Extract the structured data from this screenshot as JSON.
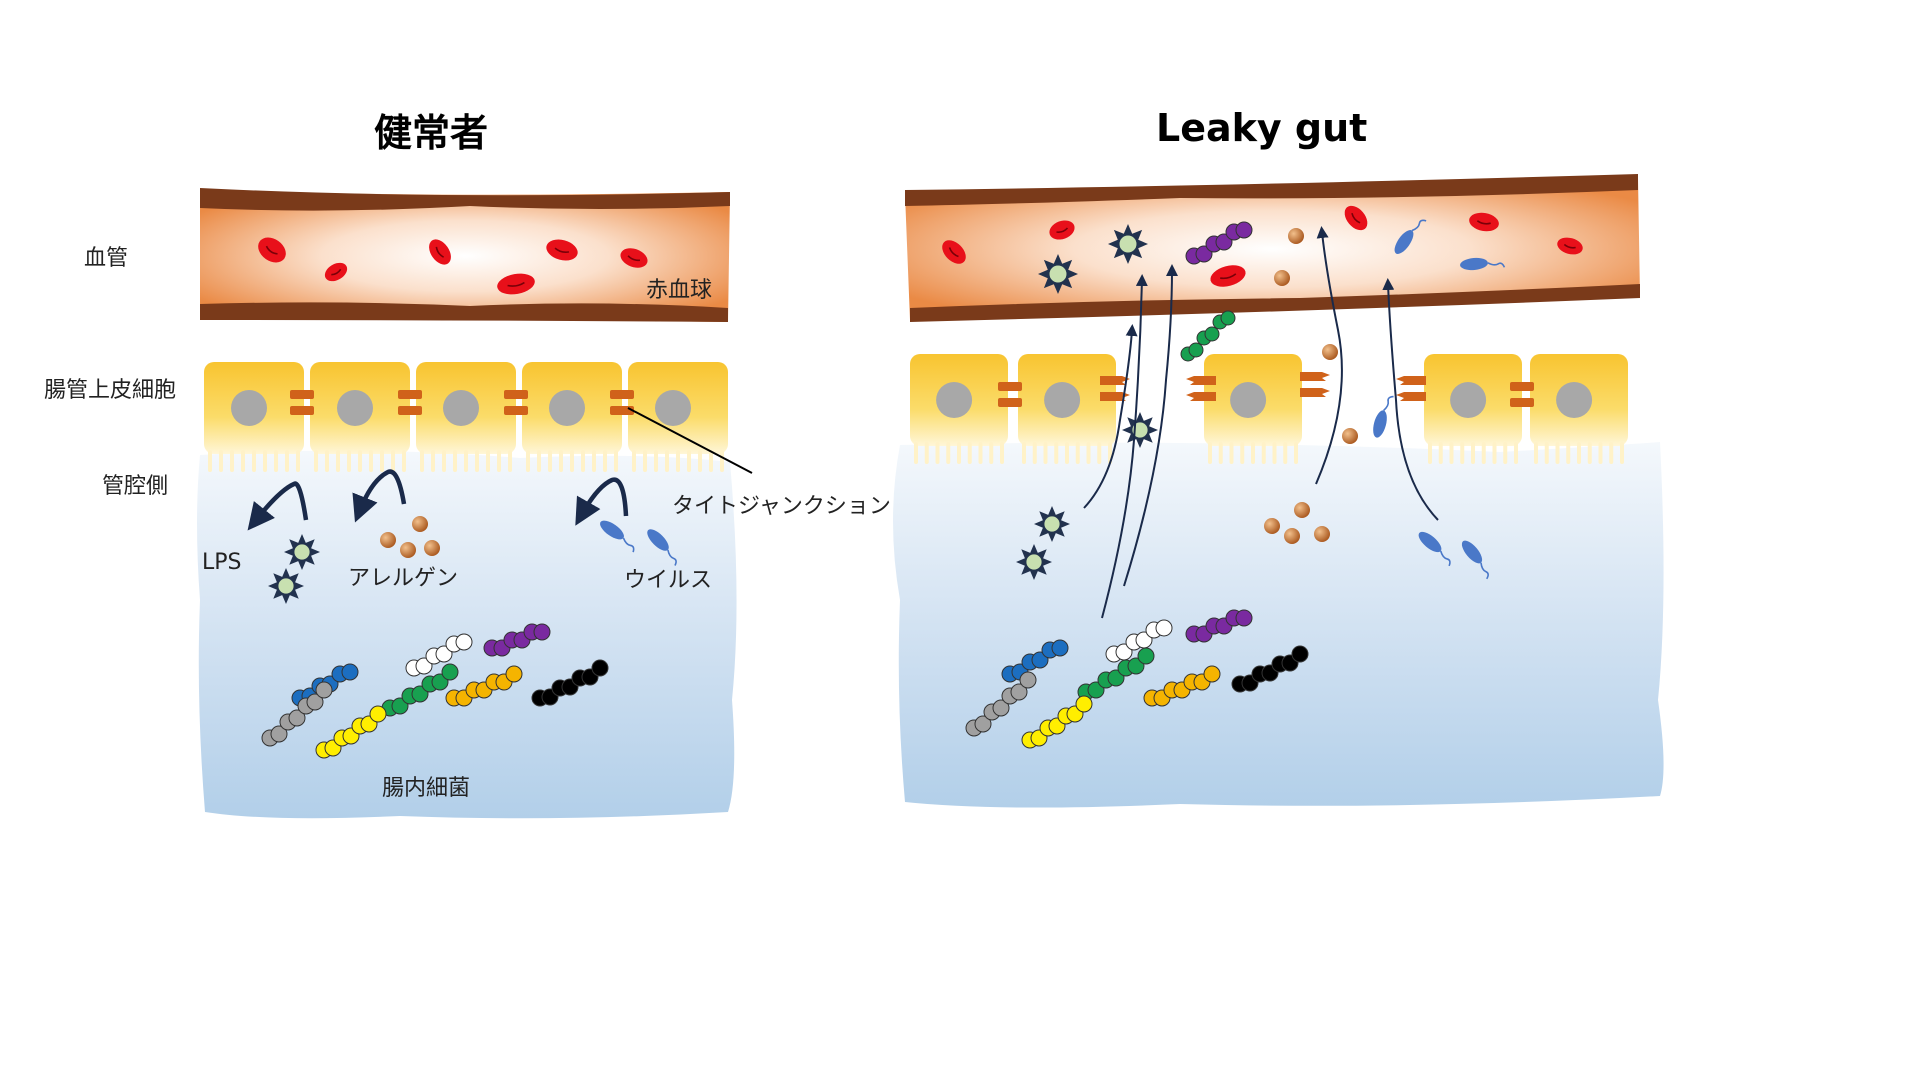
{
  "titles": {
    "healthy": "健常者",
    "leaky": "Leaky gut"
  },
  "labels": {
    "blood_vessel": "血管",
    "red_blood_cell": "赤血球",
    "epithelial_cell": "腸管上皮細胞",
    "lumen_side": "管腔側",
    "tight_junction": "タイトジャンクション",
    "lps": "LPS",
    "allergen": "アレルゲン",
    "virus": "ウイルス",
    "gut_bacteria": "腸内細菌"
  },
  "colors": {
    "vessel_wall": "#7a3a1a",
    "vessel_inner_edge": "#e8803a",
    "red_blood_cell": "#e8101a",
    "epithelium": "#f9c93a",
    "nucleus": "#a8a8a8",
    "tight_junction": "#d0621a",
    "lumen_top": "#f2f6fb",
    "lumen_bottom": "#b4d0ea",
    "arrow": "#1a2a4a",
    "virus": "#4a78c8",
    "allergen": "#b8682a",
    "lps_core": "#c8e0b0",
    "bacteria_blue": "#1c6ec0",
    "bacteria_white": "#ffffff",
    "bacteria_purple": "#7a2aa0",
    "bacteria_green": "#18a050",
    "bacteria_gray": "#a0a0a0",
    "bacteria_yellow": "#ffee00",
    "bacteria_orange": "#f5b400",
    "bacteria_black": "#000000"
  },
  "icons": {
    "lps": "spiky-star-icon",
    "allergen": "brown-sphere-icon",
    "virus": "blue-flagellated-icon",
    "bacteria": "bead-chain-icon",
    "red_blood_cell": "red-disc-icon",
    "tight_junction": "orange-bar-pair-icon",
    "transfer_arrow": "curved-arrow-icon"
  }
}
